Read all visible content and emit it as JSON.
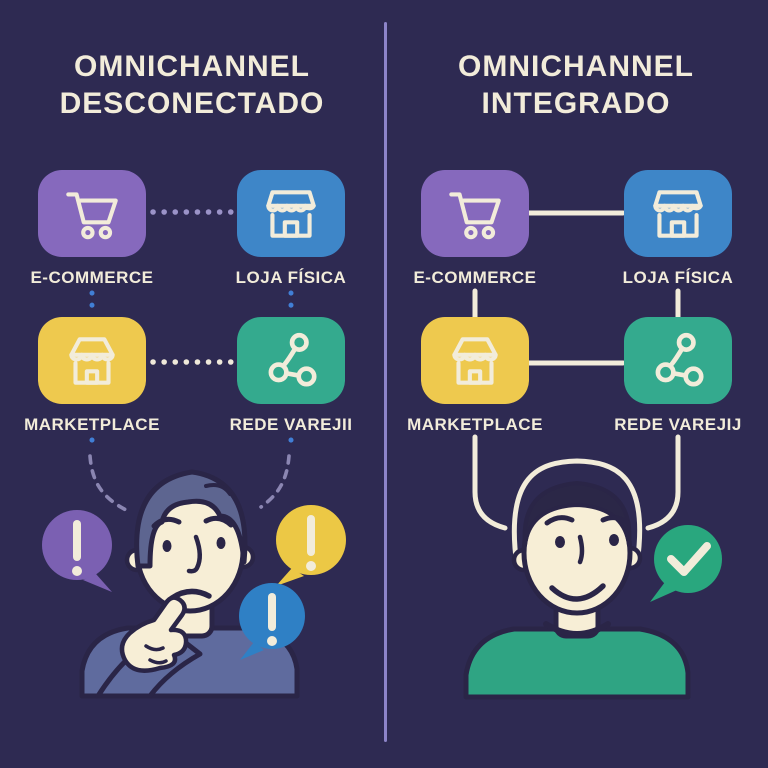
{
  "left_panel": {
    "title_line1": "OMNICHANNEL",
    "title_line2": "DESCONECTADO",
    "connection_style": "dotted-disconnected",
    "channels": [
      {
        "label": "E-COMMERCE",
        "icon": "shopping-cart-icon"
      },
      {
        "label": "LOJA FÍSICA",
        "icon": "storefront-icon"
      },
      {
        "label": "MARKETPLACE",
        "icon": "market-store-icon"
      },
      {
        "label": "REDE VAREJII",
        "icon": "share-network-icon"
      }
    ],
    "person": "confused-thinking-person",
    "bubbles": [
      {
        "glyph": "!",
        "name": "exclamation-bubble-purple"
      },
      {
        "glyph": "!",
        "name": "exclamation-bubble-yellow"
      },
      {
        "glyph": "!",
        "name": "exclamation-bubble-blue"
      }
    ]
  },
  "right_panel": {
    "title_line1": "OMNICHANNEL",
    "title_line2": "INTEGRADO",
    "connection_style": "solid-connected",
    "channels": [
      {
        "label": "E-COMMERCE",
        "icon": "shopping-cart-icon"
      },
      {
        "label": "LOJA FÍSICA",
        "icon": "storefront-icon"
      },
      {
        "label": "MARKETPLACE",
        "icon": "market-store-icon"
      },
      {
        "label": "REDE VAREJIJ",
        "icon": "share-network-icon"
      }
    ],
    "person": "happy-person",
    "bubbles": [
      {
        "glyph": "✓",
        "name": "checkmark-bubble-green"
      }
    ]
  },
  "colors": {
    "bg": "#2e2a52",
    "divider": "#8d84c9",
    "cream": "#f2ecda",
    "ink": "#2a2547",
    "tile_purple": "#8669bd",
    "tile_blue": "#3e86c8",
    "tile_yellow": "#eec94e",
    "tile_teal": "#34aa8e",
    "bubble_purple": "#7b60b2",
    "bubble_yellow": "#ecc845",
    "bubble_blue": "#2f80c5",
    "bubble_green": "#29a77e",
    "dot_lavender": "#9b93c8",
    "dot_cream": "#efe9da",
    "dot_blue": "#417fd6",
    "dash_gray": "#8b86b2",
    "hair_blue": "#5d6590",
    "shirt_blue": "#5f6b9e",
    "hair_dark": "#2b2747",
    "shirt_green": "#2fa483",
    "face": "#f7eed6"
  }
}
